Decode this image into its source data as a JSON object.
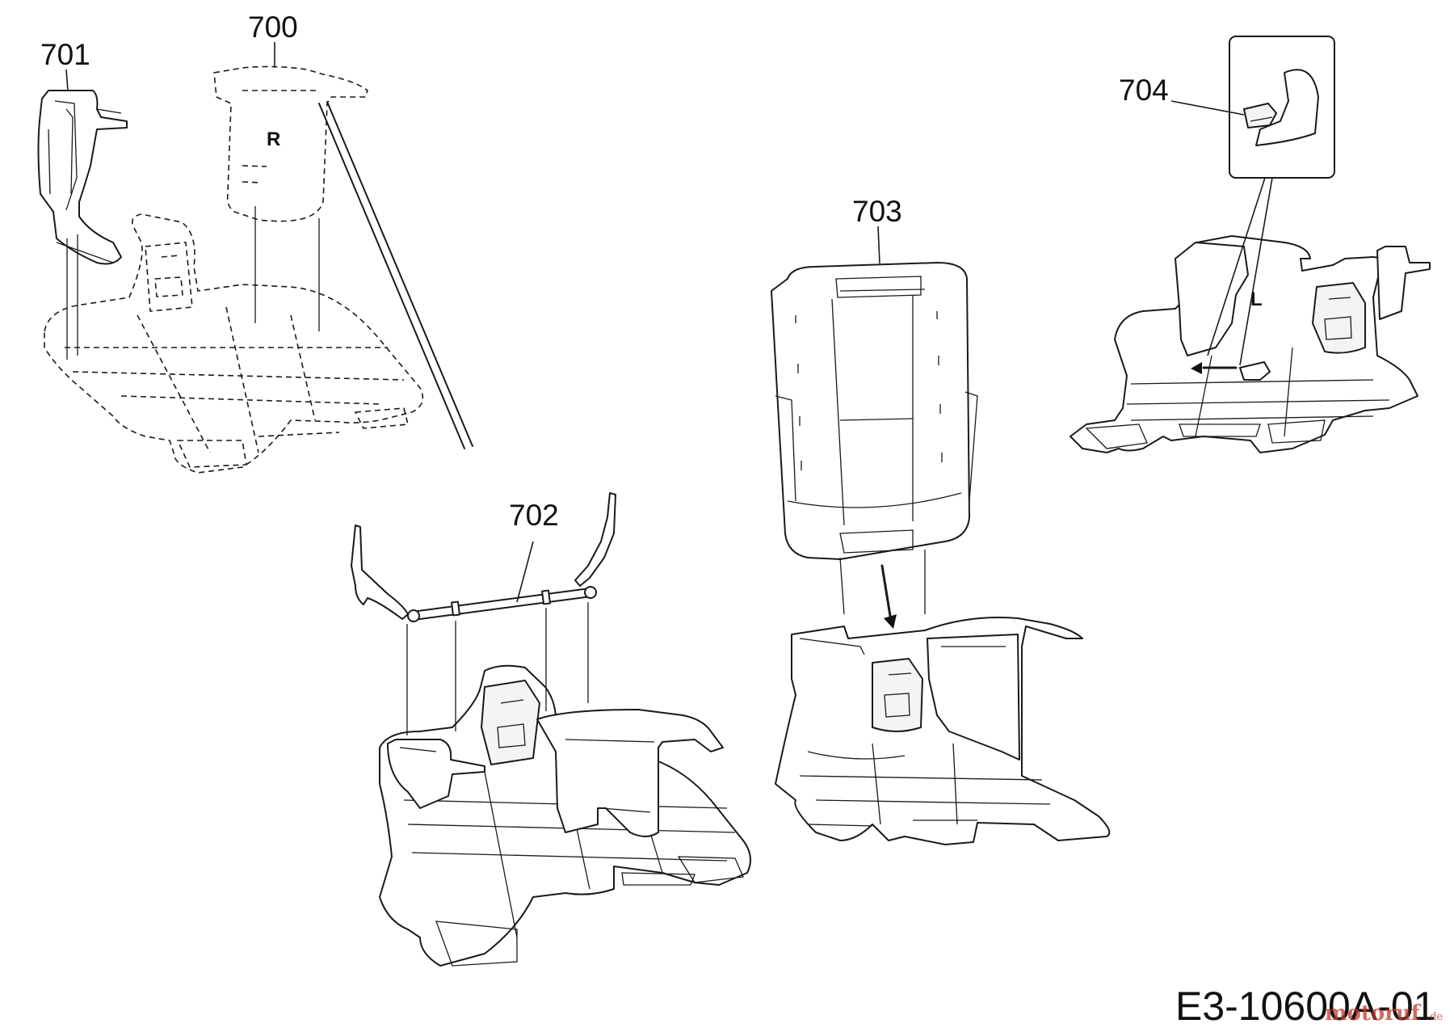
{
  "diagram": {
    "callouts": {
      "p700": "700",
      "p701": "701",
      "p702": "702",
      "p703": "703",
      "p704": "704"
    },
    "side_labels": {
      "right": "R",
      "left": "L"
    },
    "figure_code": "E3-10600A-01",
    "watermark": {
      "brand": "motoruf",
      "suffix": ".de"
    }
  }
}
